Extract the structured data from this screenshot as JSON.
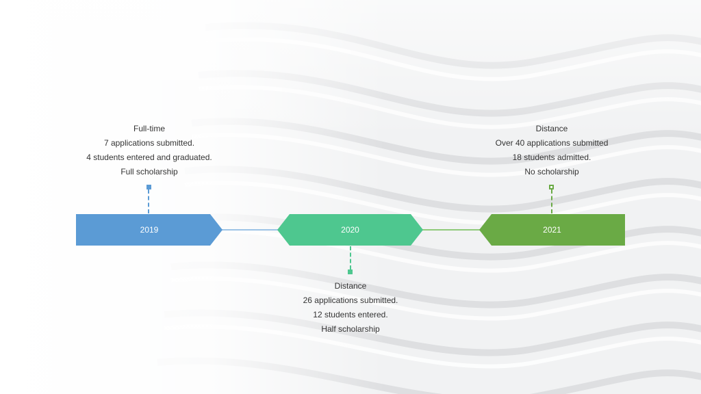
{
  "colors": {
    "blue": "#5b9bd5",
    "teal": "#4ec78f",
    "green": "#6aaa45",
    "text": "#333333"
  },
  "timeline": {
    "milestones": [
      {
        "year": "2019",
        "lines": [
          "Full-time",
          "7 applications submitted.",
          "4 students entered and graduated.",
          "Full scholarship"
        ]
      },
      {
        "year": "2020",
        "lines": [
          "Distance",
          "26 applications submitted.",
          "12 students entered.",
          "Half scholarship"
        ]
      },
      {
        "year": "2021",
        "lines": [
          "Distance",
          "Over 40 applications submitted",
          "18 students admitted.",
          "No scholarship"
        ]
      }
    ]
  }
}
